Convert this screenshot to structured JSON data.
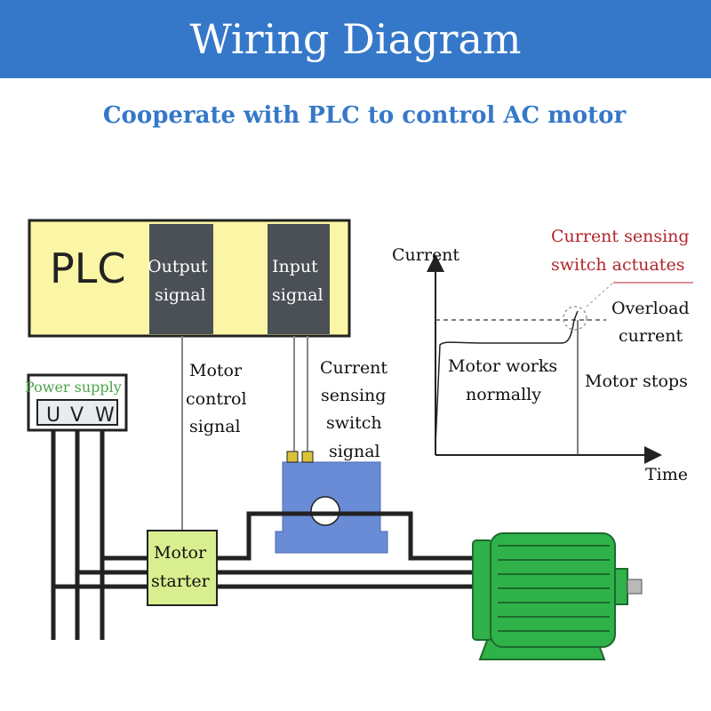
{
  "header": {
    "title": "Wiring Diagram"
  },
  "subtitle": "Cooperate with PLC to control AC motor",
  "plc": {
    "label": "PLC",
    "output_line1": "Output",
    "output_line2": "signal",
    "input_line1": "Input",
    "input_line2": "signal"
  },
  "power_supply": {
    "label": "Power supply",
    "u": "U",
    "v": "V",
    "w": "W"
  },
  "motor_control_signal": {
    "line1": "Motor",
    "line2": "control",
    "line3": "signal"
  },
  "current_sensing_signal": {
    "line1": "Current",
    "line2": "sensing",
    "line3": "switch",
    "line4": "signal"
  },
  "motor_starter": {
    "line1": "Motor",
    "line2": "starter"
  },
  "graph": {
    "ylabel": "Current",
    "xlabel": "Time",
    "actuates_line1": "Current sensing",
    "actuates_line2": "switch actuates",
    "overload_line1": "Overload",
    "overload_line2": "current",
    "works_line1": "Motor works",
    "works_line2": "normally",
    "stops": "Motor stops"
  },
  "colors": {
    "header": "#3578c9",
    "plc_box": "#fbf5a6",
    "signal_panel": "#4a5056",
    "sensor": "#6a8cd6",
    "starter": "#d9ee8e",
    "motor": "#2fb24a",
    "warning_text": "#b1262a"
  }
}
